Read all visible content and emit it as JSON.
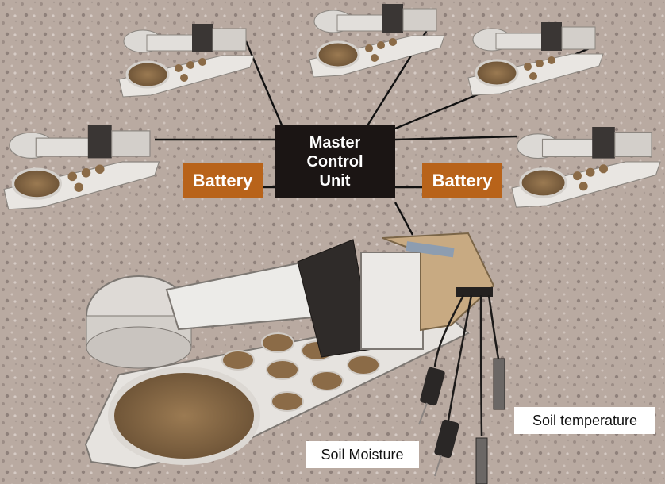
{
  "master_control_unit": {
    "label_line1": "Master",
    "label_line2": "Control",
    "label_line3": "Unit"
  },
  "batteries": [
    {
      "label": "Battery"
    },
    {
      "label": "Battery"
    }
  ],
  "sensors": {
    "soil_moisture": "Soil Moisture",
    "soil_temperature": "Soil temperature"
  },
  "colors": {
    "background": "#b7a79e",
    "mcu_box": "#1b1514",
    "battery_box": "#b8631a",
    "label_text": "#ffffff"
  }
}
